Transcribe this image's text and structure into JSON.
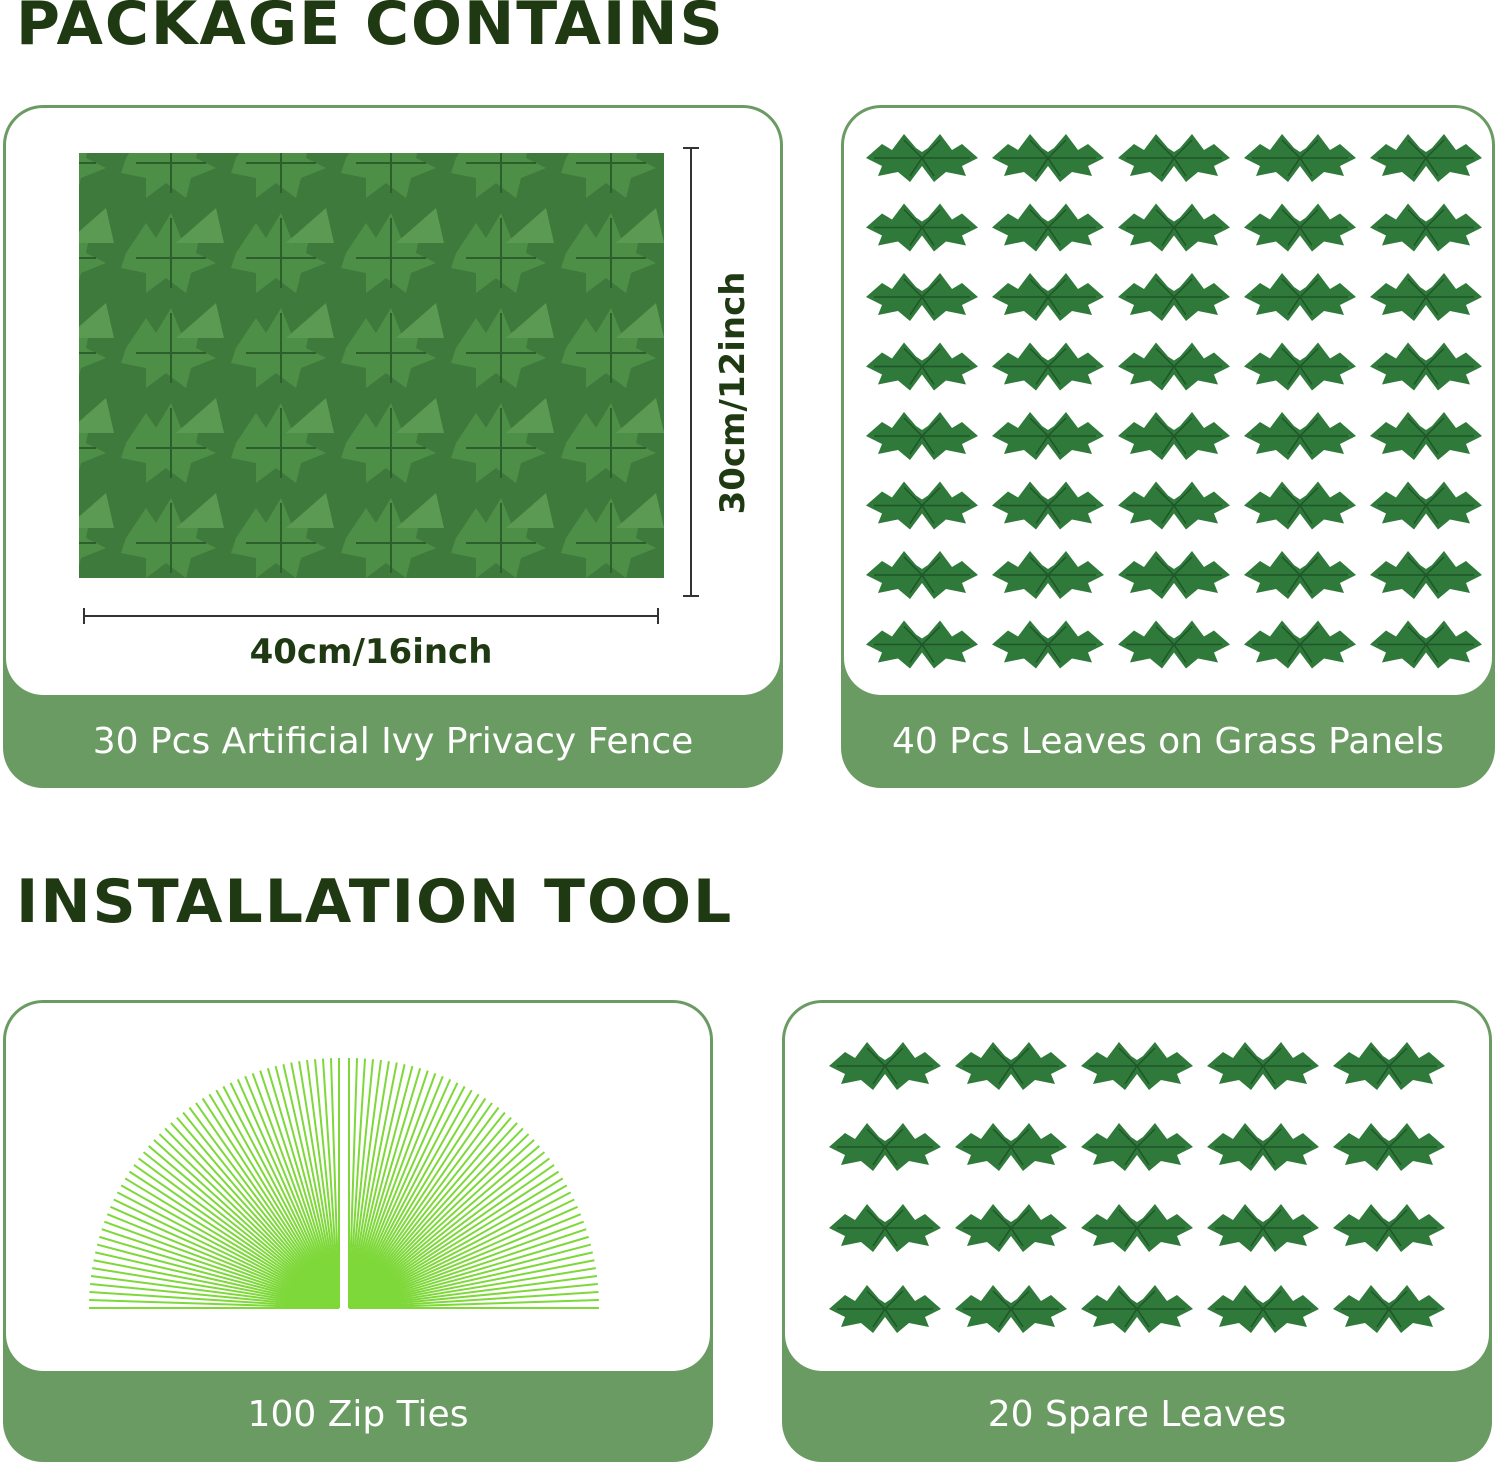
{
  "sections": {
    "package_title": "PACKAGE CONTAINS",
    "tool_title": "INSTALLATION TOOL"
  },
  "cards": {
    "fence": {
      "label": "30 Pcs Artificial Ivy Privacy Fence",
      "width_label": "40cm/16inch",
      "height_label": "30cm/12inch"
    },
    "leaves": {
      "label": "40 Pcs Leaves on Grass Panels",
      "rows": 8,
      "cols": 5
    },
    "zip_ties": {
      "label": "100 Zip Ties"
    },
    "spare": {
      "label": "20 Spare Leaves",
      "rows": 4,
      "cols": 5
    }
  },
  "colors": {
    "heading": "#1f3a12",
    "card_band": "#6a9b62",
    "leaf": "#2f7a3a",
    "zip_tie": "#7ed83a"
  }
}
